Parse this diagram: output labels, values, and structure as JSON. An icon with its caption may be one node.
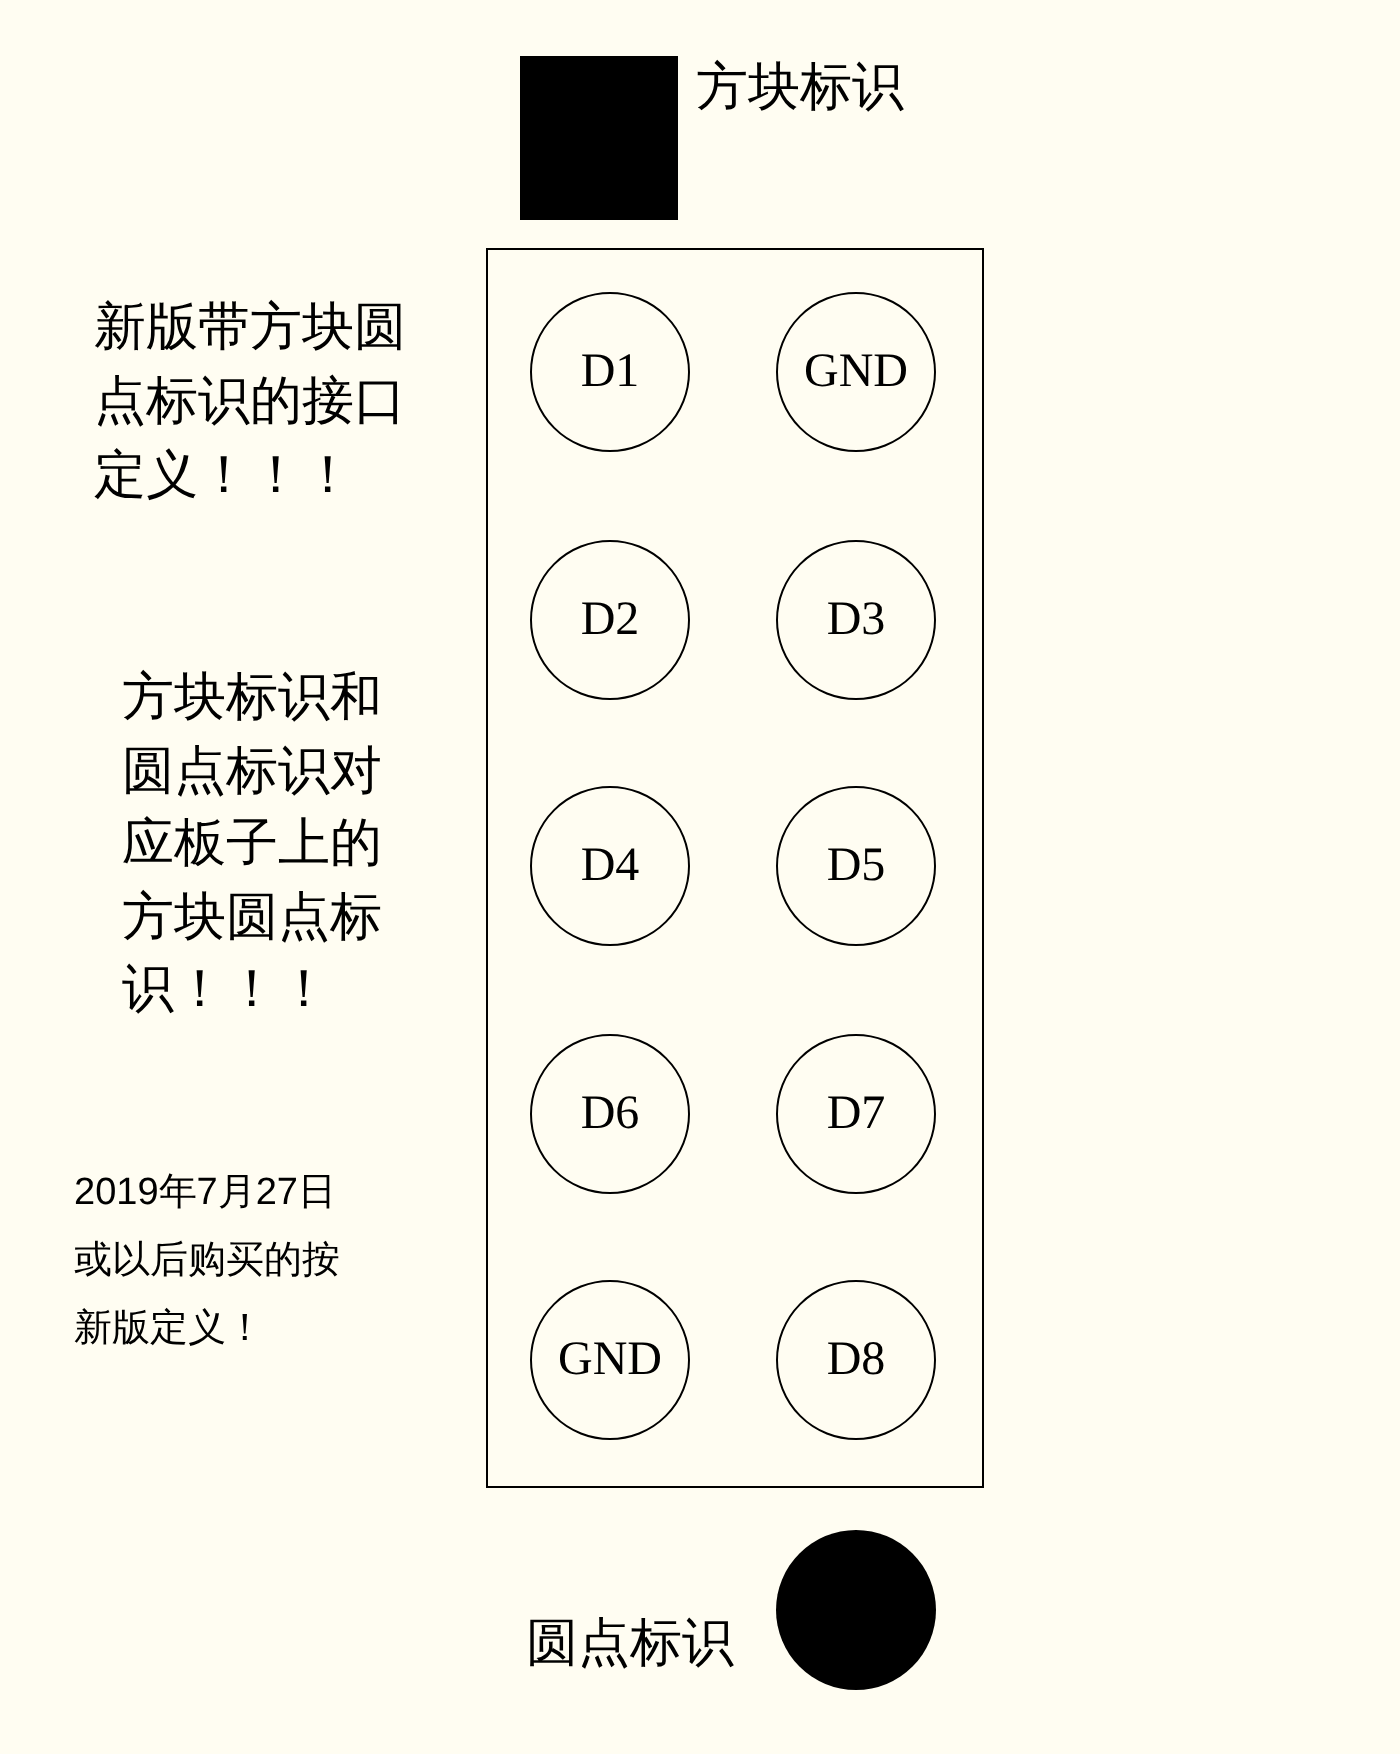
{
  "diagram": {
    "nodes": [
      {
        "text": [],
        "shape": "box",
        "beside": [
          "方块标识"
        ]
      },
      {
        "text": [],
        "shape": "box"
      },
      {
        "text": [
          "D1"
        ],
        "in": 1
      },
      {
        "text": [
          "GND"
        ],
        "in": 1
      },
      {
        "text": [
          "D2"
        ],
        "in": 1
      },
      {
        "text": [
          "D3"
        ],
        "in": 1
      },
      {
        "text": [
          "D4"
        ],
        "in": 1
      },
      {
        "text": [
          "D5"
        ],
        "in": 1
      },
      {
        "text": [
          "D6"
        ],
        "in": 1
      },
      {
        "text": [
          "D7"
        ],
        "in": 1
      },
      {
        "text": [
          "GND"
        ],
        "in": 1
      },
      {
        "text": [
          "D8"
        ],
        "in": 1
      },
      {
        "text": [],
        "shape": "circle",
        "beside": [
          "圆点标识"
        ]
      }
    ],
    "labels": [
      "新版带方块圆点标识的接口定义！！！",
      "方块标识和圆点标识对应板子上的方块圆点标识！！！",
      "2019年7月27日或以后购买的按新版定义！"
    ]
  }
}
